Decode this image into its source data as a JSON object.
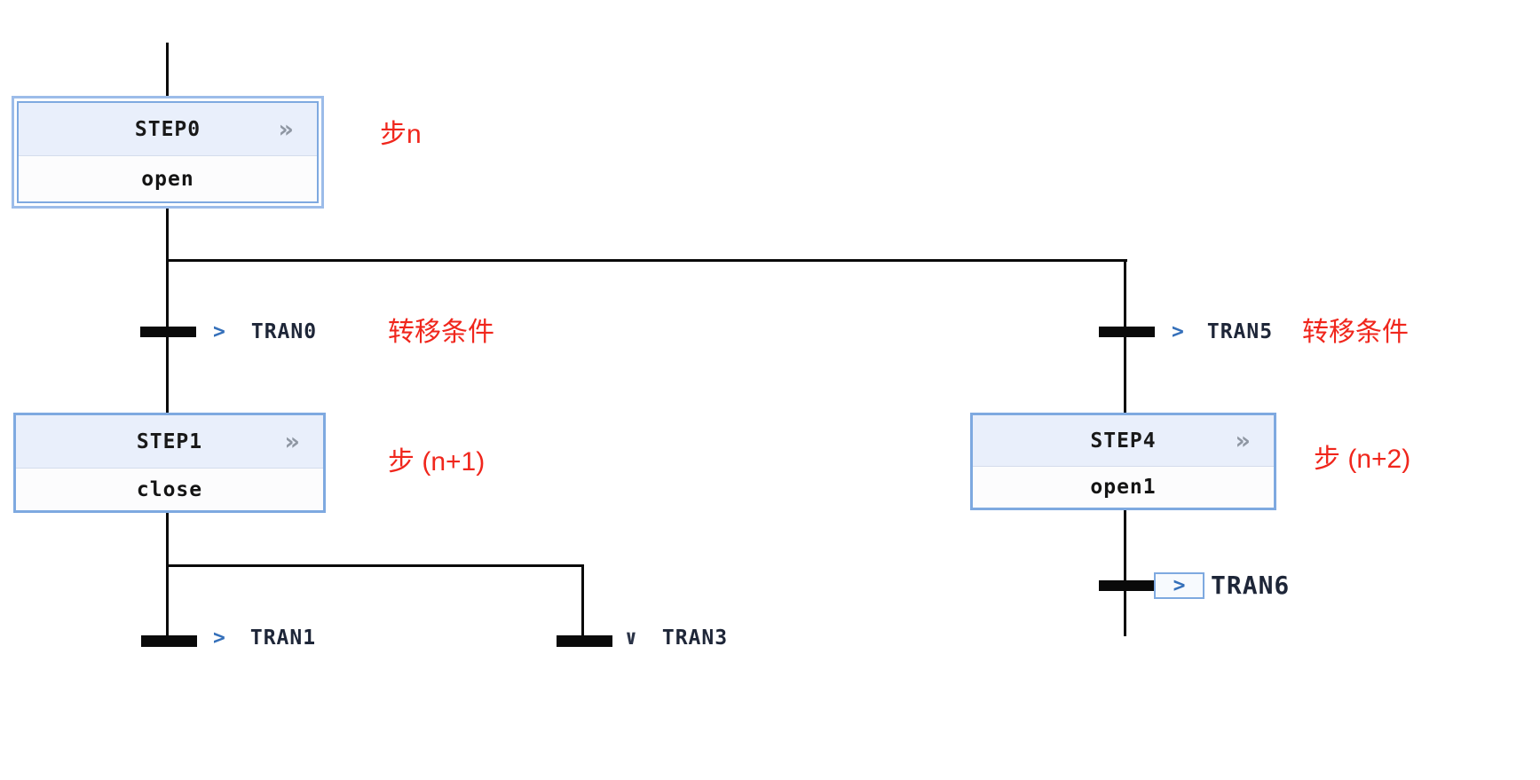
{
  "sfc": {
    "steps": [
      {
        "name": "STEP0",
        "action": "open",
        "expand_icon": "»",
        "selected": true
      },
      {
        "name": "STEP1",
        "action": "close",
        "expand_icon": "»",
        "selected": false
      },
      {
        "name": "STEP4",
        "action": "open1",
        "expand_icon": "»",
        "selected": false
      }
    ],
    "transitions": [
      {
        "name": "TRAN0",
        "symbol": ">",
        "selected": false
      },
      {
        "name": "TRAN1",
        "symbol": ">",
        "selected": false
      },
      {
        "name": "TRAN3",
        "symbol": "∨",
        "selected": false
      },
      {
        "name": "TRAN5",
        "symbol": ">",
        "selected": false
      },
      {
        "name": "TRAN6",
        "symbol": ">",
        "selected": true
      }
    ],
    "annotations": {
      "step_n": "步n",
      "cond_left": "转移条件",
      "step_n1": "步 (n+1)",
      "cond_right": "转移条件",
      "step_n2": "步 (n+2)"
    },
    "colors": {
      "annotation_red": "#f0261c",
      "box_border_blue": "#7ea9e0",
      "selected_border_blue": "#9cbce9",
      "header_fill": "#e9effb",
      "line_black": "#0a0a0a",
      "transition_symbol_blue": "#3570ba",
      "chevron_gray": "#8f97a3"
    }
  }
}
